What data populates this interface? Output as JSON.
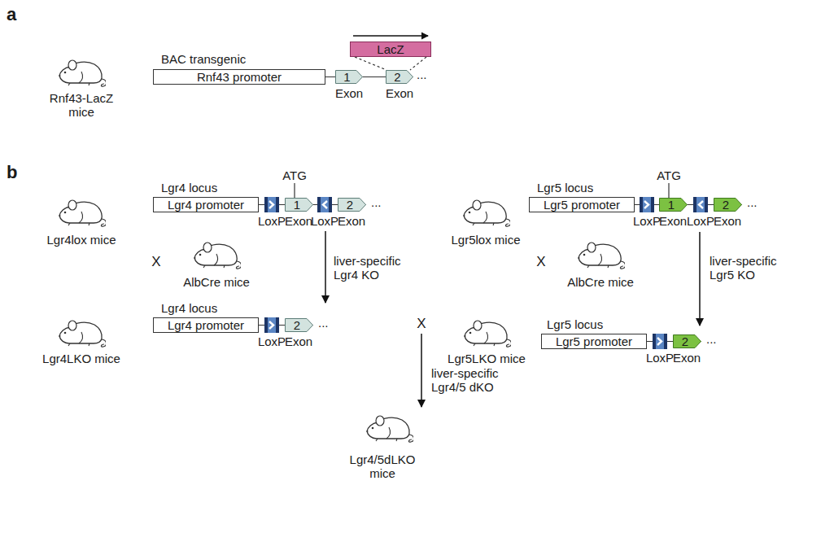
{
  "diagram": {
    "nodes": [
      {
        "text": [
          "Rnf43 promoter"
        ]
      },
      {
        "text": [
          "LacZ"
        ]
      },
      {
        "text": [
          "1"
        ]
      },
      {
        "text": [
          "2"
        ]
      },
      {
        "text": [
          "Lgr4 promoter"
        ]
      },
      {
        "text": [
          "1"
        ]
      },
      {
        "text": [
          "2"
        ]
      },
      {
        "text": [
          "Lgr5 promoter"
        ]
      },
      {
        "text": [
          "1"
        ]
      },
      {
        "text": [
          "2"
        ]
      },
      {
        "text": [
          "Lgr4 promoter"
        ]
      },
      {
        "text": [
          "2"
        ]
      },
      {
        "text": [
          "Lgr5 promoter"
        ]
      },
      {
        "text": [
          "2"
        ]
      }
    ],
    "edges": [
      {
        "from": 1,
        "to": 3,
        "arrow": "none"
      }
    ],
    "labels": [
      "a",
      "Rnf43-LacZ mice",
      "BAC transgenic",
      "Exon",
      "Exon",
      "...",
      "b",
      "Lgr4lox mice",
      "Lgr4 locus",
      "ATG",
      "LoxP",
      "Exon",
      "LoxP",
      "Exon",
      "...",
      "Lgr5lox mice",
      "Lgr5 locus",
      "ATG",
      "LoxP",
      "Exon",
      "LoxP",
      "Exon",
      "...",
      "X",
      "AlbCre mice",
      "liver-specific Lgr4 KO",
      "X",
      "AlbCre mice",
      "liver-specific Lgr5 KO",
      "Lgr4LKO mice",
      "Lgr4 locus",
      "LoxP",
      "Exon",
      "...",
      "X",
      "Lgr5LKO mice",
      "Lgr5 locus",
      "LoxP",
      "Exon",
      "...",
      "liver-specific Lgr4/5 dKO",
      "Lgr4/5dLKO mice"
    ]
  }
}
